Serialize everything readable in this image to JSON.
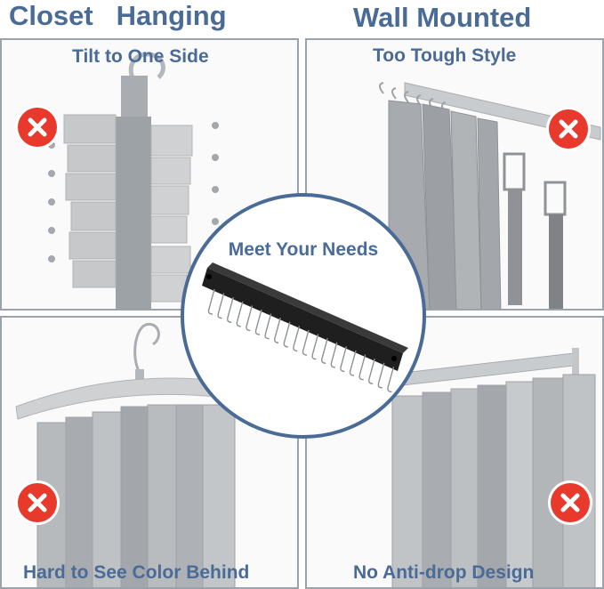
{
  "headings": {
    "left": "Closet   Hanging",
    "right": "Wall Mounted"
  },
  "panels": {
    "top_left": {
      "caption": "Tilt to One Side"
    },
    "top_right": {
      "caption": "Too Tough Style"
    },
    "bottom_left": {
      "caption": "Hard to See Color Behind"
    },
    "bottom_right": {
      "caption": "No Anti-drop Design"
    }
  },
  "center": {
    "title": "Meet Your Needs"
  },
  "colors": {
    "heading": "#4a6b96",
    "badge": "#e8392d",
    "border": "#9aa3ab"
  },
  "icons": {
    "reject": "x-circle-icon"
  }
}
